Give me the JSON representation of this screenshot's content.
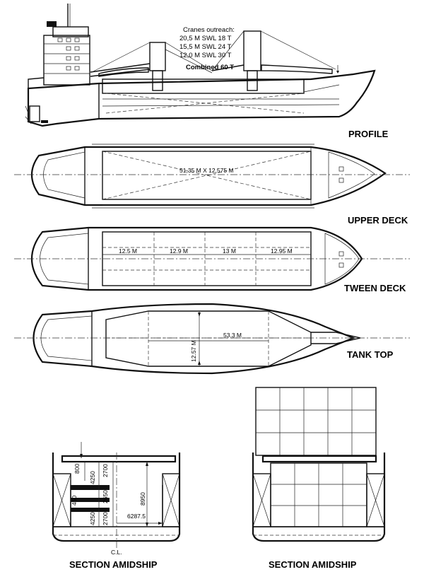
{
  "views": {
    "profile": {
      "title": "PROFILE",
      "crane_note": {
        "heading": "Cranes outreach:",
        "lines": [
          "20,5 M SWL 18 T",
          "15,5 M SWL 24 T",
          "12,0 M SWL 30 T"
        ],
        "combined": "Combined 60 T"
      }
    },
    "upper_deck": {
      "title": "UPPER DECK",
      "hatch": "51,35 M X 12,575 M"
    },
    "tween_deck": {
      "title": "TWEEN DECK",
      "bays": [
        "12.5 M",
        "12.9 M",
        "13 M",
        "12.95 M"
      ]
    },
    "tank_top": {
      "title": "TANK TOP",
      "length": "53.3 M",
      "width": "12.57 M"
    },
    "section_left": {
      "title": "SECTION AMIDSHIP",
      "dims": [
        "800",
        "2700",
        "4250",
        "2650",
        "4250",
        "2700",
        "8950",
        "6287.5",
        "450"
      ],
      "centerline": "C.L."
    },
    "section_right": {
      "title": "SECTION AMIDSHIP"
    }
  }
}
